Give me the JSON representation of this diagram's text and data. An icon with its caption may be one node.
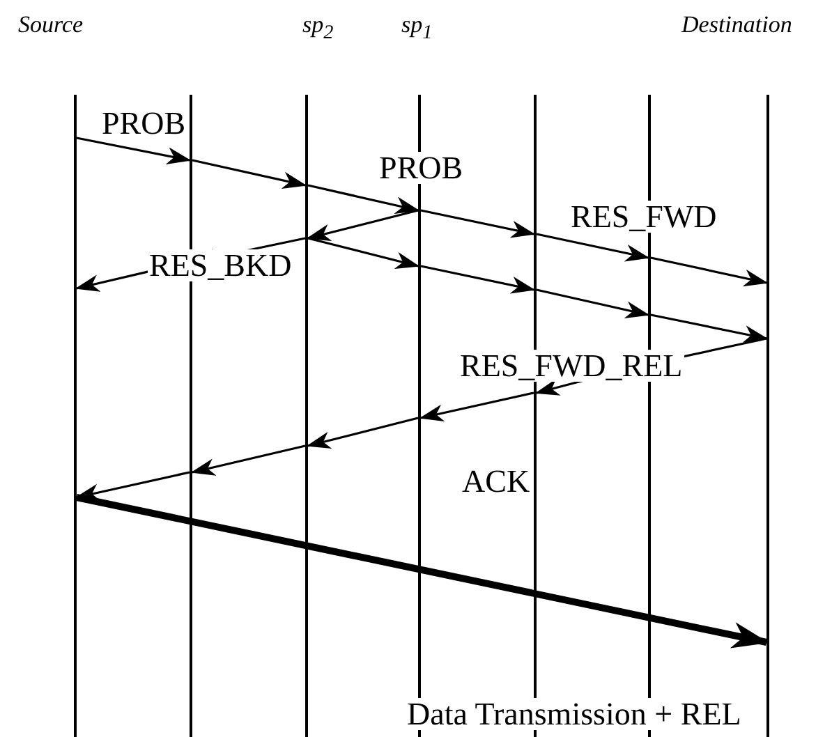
{
  "diagram": {
    "nodes": [
      {
        "text": [
          "Source"
        ]
      },
      {
        "text": [],
        "shape": "bar"
      },
      {
        "text": [
          "sp$_{2}$"
        ]
      },
      {
        "text": [
          "sp$_{1}$"
        ]
      },
      {
        "text": [],
        "shape": "bar"
      },
      {
        "text": [],
        "shape": "bar"
      },
      {
        "text": [
          "Destination"
        ]
      }
    ],
    "edges": [
      {
        "from": 0,
        "to": 1,
        "arrow": "to",
        "label": "PROB"
      },
      {
        "from": 1,
        "to": 2,
        "arrow": "to"
      },
      {
        "from": 2,
        "to": 3,
        "arrow": "to",
        "label": "PROB"
      },
      {
        "from": 3,
        "to": 4,
        "arrow": "to"
      },
      {
        "from": 4,
        "to": 5,
        "arrow": "to",
        "label": "RES_FWD"
      },
      {
        "from": 5,
        "to": 6,
        "arrow": "to"
      },
      {
        "from": 3,
        "to": 2,
        "arrow": "to"
      },
      {
        "from": 2,
        "to": 1,
        "arrow": "to"
      },
      {
        "from": 1,
        "to": 0,
        "arrow": "to",
        "label": "RES_BKD"
      },
      {
        "from": 2,
        "to": 3,
        "arrow": "to"
      },
      {
        "from": 3,
        "to": 4,
        "arrow": "to"
      },
      {
        "from": 4,
        "to": 5,
        "arrow": "to"
      },
      {
        "from": 5,
        "to": 6,
        "arrow": "to"
      },
      {
        "from": 6,
        "to": 5,
        "arrow": "to"
      },
      {
        "from": 5,
        "to": 4,
        "arrow": "to",
        "label": "RES_FWD_REL"
      },
      {
        "from": 4,
        "to": 3,
        "arrow": "to"
      },
      {
        "from": 3,
        "to": 2,
        "arrow": "to"
      },
      {
        "from": 2,
        "to": 1,
        "arrow": "to"
      },
      {
        "from": 1,
        "to": 0,
        "arrow": "to"
      },
      {
        "from": 0,
        "to": 6,
        "arrow": "to",
        "label": "ACK",
        "style": "thick"
      }
    ],
    "labels": [
      "Data Transmission + REL"
    ]
  }
}
